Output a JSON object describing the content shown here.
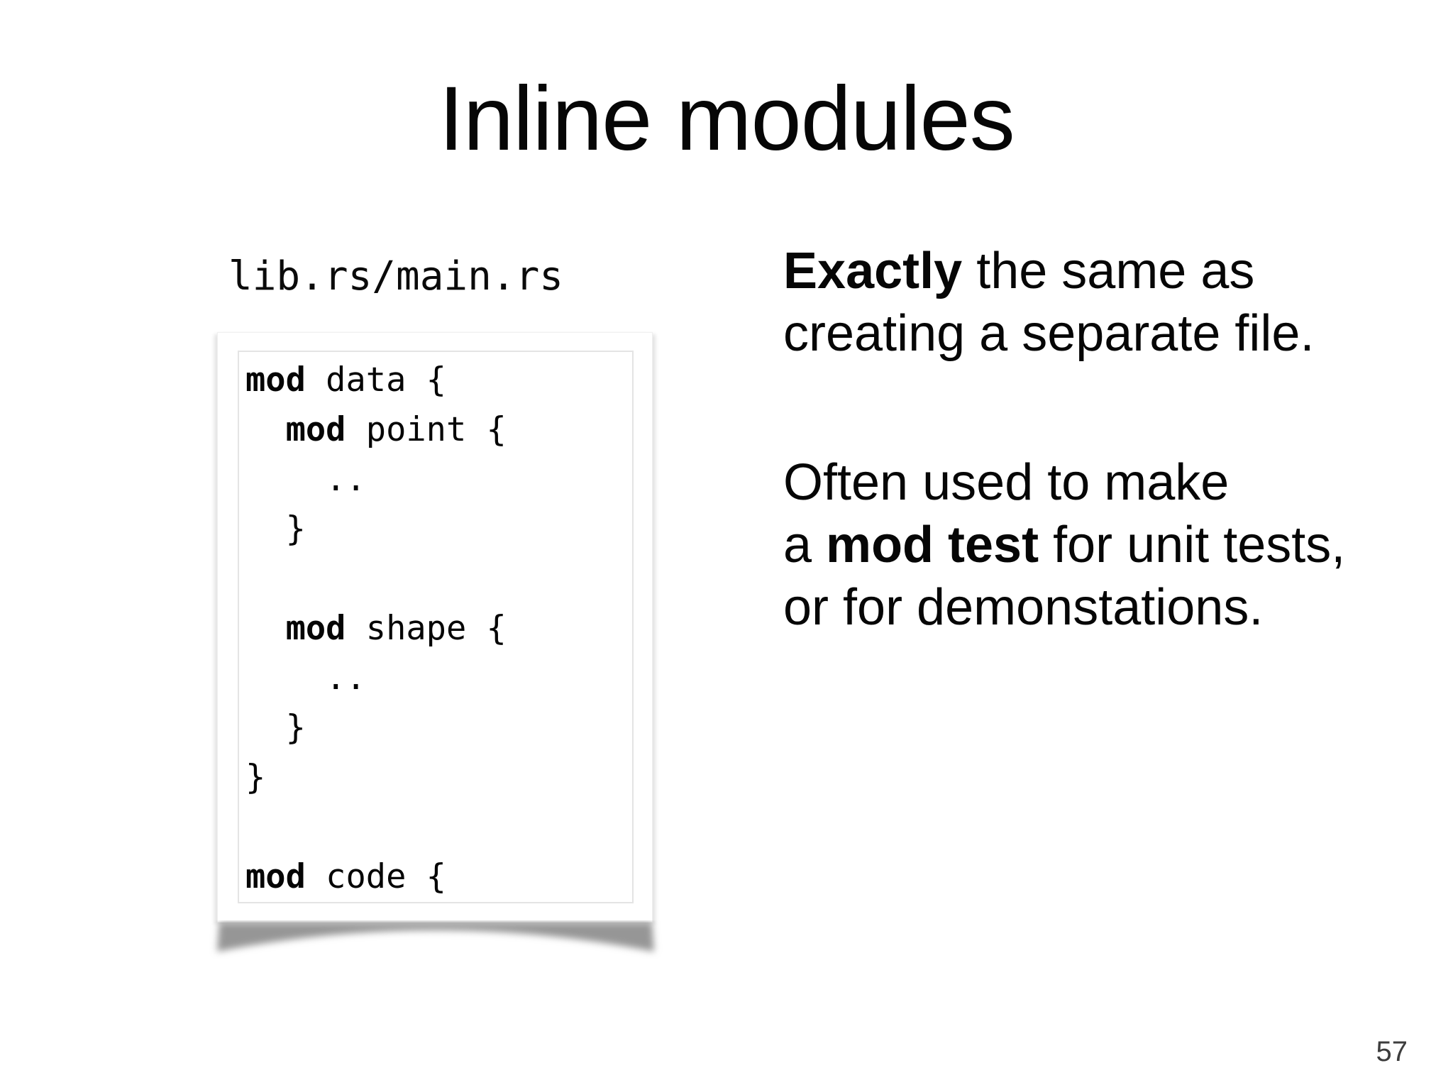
{
  "slide": {
    "title": "Inline modules",
    "page_number": "57",
    "background_color": "#ffffff",
    "text_color": "#000000",
    "shadow_color": "#969696"
  },
  "code_panel": {
    "filename_label": "lib.rs/main.rs",
    "lines": [
      {
        "indent": "",
        "keyword": "mod",
        "rest": " data {"
      },
      {
        "indent": "  ",
        "keyword": "mod",
        "rest": " point {"
      },
      {
        "indent": "",
        "keyword": "",
        "rest": "    .."
      },
      {
        "indent": "",
        "keyword": "",
        "rest": "  }"
      },
      {
        "indent": "",
        "keyword": "",
        "rest": ""
      },
      {
        "indent": "  ",
        "keyword": "mod",
        "rest": " shape {"
      },
      {
        "indent": "",
        "keyword": "",
        "rest": "    .."
      },
      {
        "indent": "",
        "keyword": "",
        "rest": "  }"
      },
      {
        "indent": "",
        "keyword": "",
        "rest": "}"
      },
      {
        "indent": "",
        "keyword": "",
        "rest": ""
      },
      {
        "indent": "",
        "keyword": "mod",
        "rest": " code {"
      }
    ]
  },
  "notes": {
    "para1_bold": "Exactly",
    "para1_rest": " the same as\ncreating a separate file.",
    "para2_start": "Often used to make\na ",
    "para2_bold": "mod test",
    "para2_rest": " for unit tests,\nor for demonstations."
  }
}
